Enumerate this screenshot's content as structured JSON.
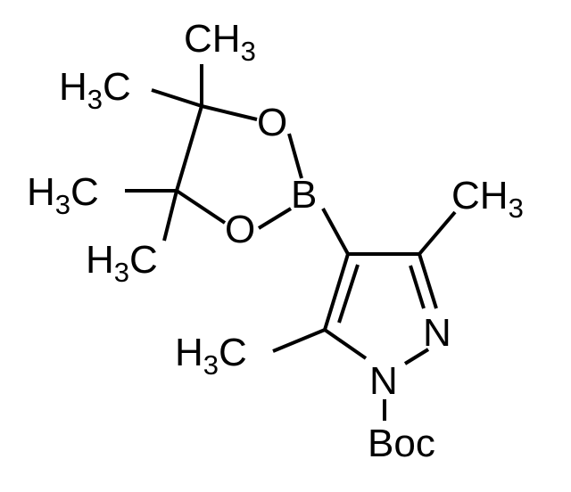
{
  "molecule": {
    "atoms": {
      "o_top": "O",
      "o_bottom": "O",
      "boron": "B",
      "n2": "N",
      "n1": "N",
      "boc": "Boc",
      "ch3_top": {
        "main": "CH",
        "sub": "3"
      },
      "h3c_upper_left": {
        "main": "H",
        "sub": "3",
        "rest": "C"
      },
      "h3c_mid_left": {
        "main": "H",
        "sub": "3",
        "rest": "C"
      },
      "h3c_lower_left": {
        "main": "H",
        "sub": "3",
        "rest": "C"
      },
      "ch3_right": {
        "main": "CH",
        "sub": "3"
      },
      "h3c_bottom_left": {
        "main": "H",
        "sub": "3",
        "rest": "C"
      }
    }
  }
}
